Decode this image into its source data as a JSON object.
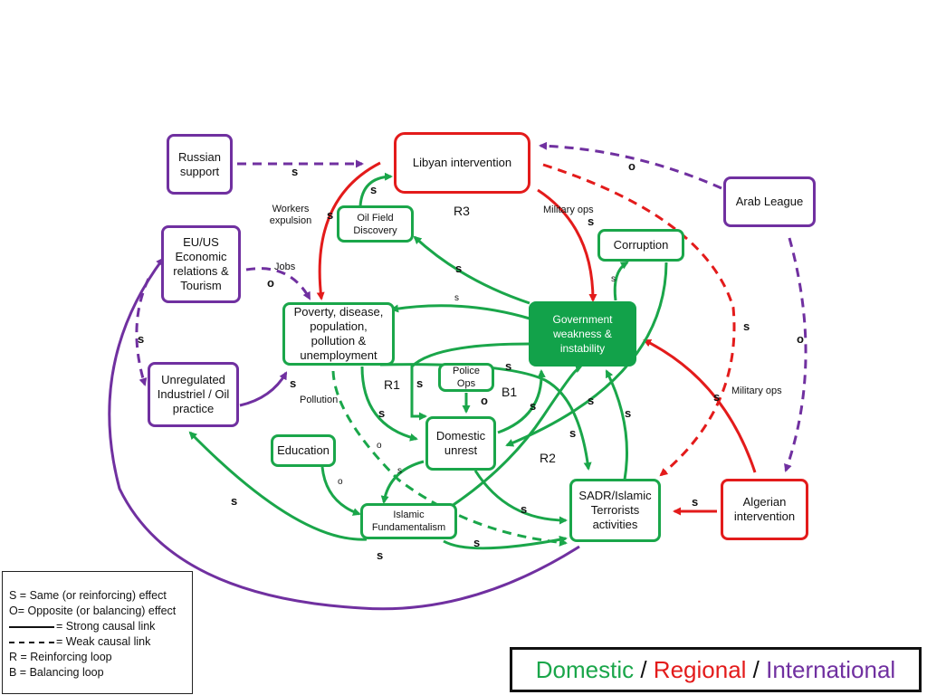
{
  "nodes": {
    "russian_support": "Russian support",
    "libyan_intervention": "Libyan intervention",
    "arab_league": "Arab League",
    "eu_us": "EU/US Economic relations & Tourism",
    "oil_field": "Oil Field Discovery",
    "corruption": "Corruption",
    "poverty": "Poverty, disease, population, pollution & unemployment",
    "government": "Government weakness & instability",
    "police_ops": "Police Ops",
    "unregulated": "Unregulated Industriel / Oil practice",
    "domestic_unrest": "Domestic unrest",
    "education": "Education",
    "islamic_fund": "Islamic Fundamentalism",
    "sadr": "SADR/Islamic Terrorists activities",
    "algerian": "Algerian intervention"
  },
  "edge_labels": {
    "workers_expulsion": "Workers expulsion",
    "military_ops_top": "Military ops",
    "jobs": "Jobs",
    "pollution": "Pollution",
    "military_ops_right": "Military ops"
  },
  "loops": {
    "r1": "R1",
    "r2": "R2",
    "r3": "R3",
    "b1": "B1"
  },
  "polarity": {
    "s": "s",
    "o": "o"
  },
  "legend": {
    "same": "S = Same (or reinforcing) effect",
    "opposite": "O= Opposite (or balancing) effect",
    "strong": "= Strong causal link",
    "weak": "= Weak causal link",
    "reinforcing": "R = Reinforcing loop",
    "balancing": "B = Balancing loop"
  },
  "key": {
    "domestic": "Domestic",
    "sep1": " / ",
    "regional": "Regional",
    "sep2": " / ",
    "international": "International"
  },
  "colors": {
    "domestic": "#1aa64a",
    "regional": "#e31b1b",
    "international": "#7030a0"
  }
}
